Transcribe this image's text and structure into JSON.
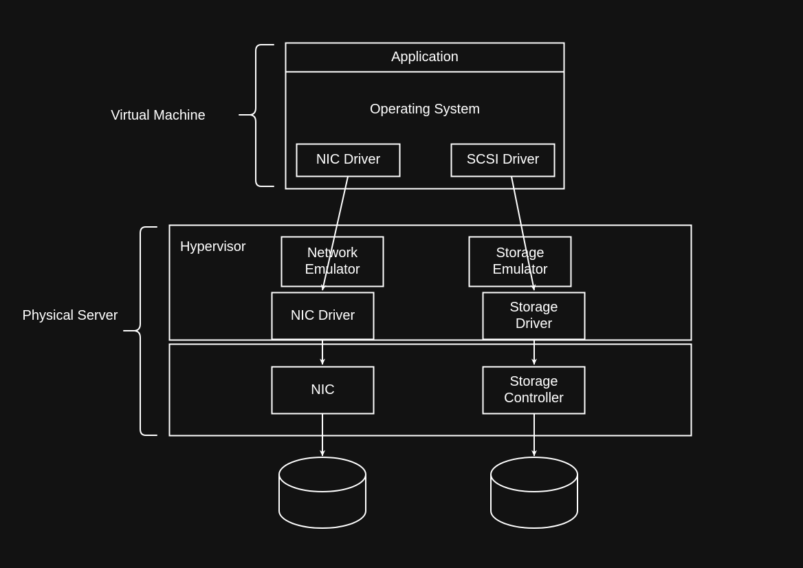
{
  "diagram": {
    "title": "Virtual Machine I/O path through Hypervisor to Physical Hardware",
    "background_color": "#121212",
    "stroke_color": "#ffffff",
    "text_color": "#ffffff"
  },
  "braces": [
    {
      "name": "virtual-machine",
      "label": "Virtual Machine"
    },
    {
      "name": "physical-server",
      "label": "Physical Server"
    }
  ],
  "virtual_machine": {
    "application": {
      "label": "Application"
    },
    "operating_system": {
      "label": "Operating System"
    },
    "drivers": [
      {
        "name": "nic-driver",
        "label": "NIC Driver"
      },
      {
        "name": "scsi-driver",
        "label": "SCSI Driver"
      }
    ]
  },
  "hypervisor": {
    "label": "Hypervisor",
    "emulators": [
      {
        "name": "network-emulator",
        "label": "Network\nEmulator"
      },
      {
        "name": "storage-emulator",
        "label": "Storage\nEmulator"
      }
    ],
    "drivers": [
      {
        "name": "nic-driver",
        "label": "NIC Driver"
      },
      {
        "name": "storage-driver",
        "label": "Storage\nDriver"
      }
    ]
  },
  "hardware": {
    "devices": [
      {
        "name": "nic",
        "label": "NIC"
      },
      {
        "name": "storage-controller",
        "label": "Storage\nController"
      }
    ],
    "media": [
      {
        "name": "network-cylinder",
        "label": ""
      },
      {
        "name": "storage-cylinder",
        "label": ""
      }
    ]
  },
  "connections": [
    {
      "from": "vm-nic-driver",
      "to": "hypervisor-nic-driver",
      "style": "diagonal-arrow"
    },
    {
      "from": "vm-scsi-driver",
      "to": "hypervisor-storage-driver",
      "style": "diagonal-arrow"
    },
    {
      "from": "hypervisor-nic-driver",
      "to": "hardware-nic",
      "style": "vertical-arrow"
    },
    {
      "from": "hypervisor-storage-driver",
      "to": "hardware-storage-controller",
      "style": "vertical-arrow"
    },
    {
      "from": "hardware-nic",
      "to": "network-cylinder",
      "style": "vertical-arrow"
    },
    {
      "from": "hardware-storage-controller",
      "to": "storage-cylinder",
      "style": "vertical-arrow"
    }
  ]
}
